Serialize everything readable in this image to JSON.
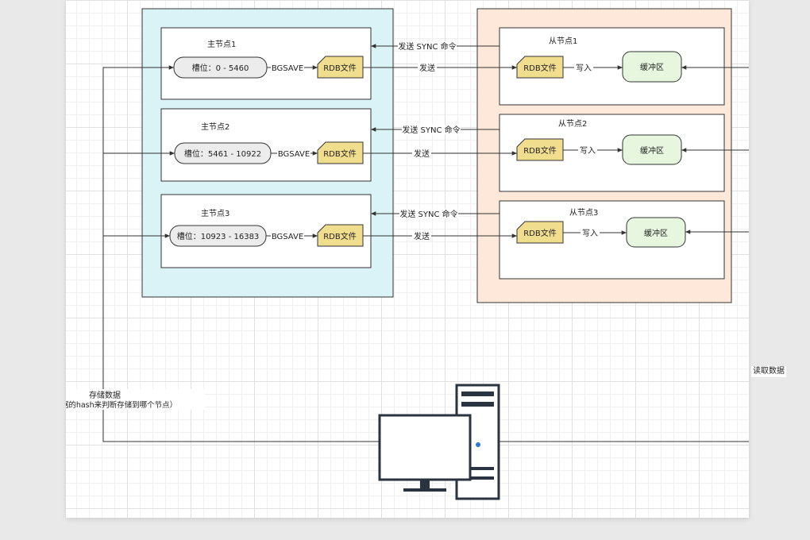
{
  "colors": {
    "master_group_fill": "#daf3f6",
    "slave_group_fill": "#fde8d9",
    "slot_fill": "#ececec",
    "rdb_fill": "#f1dd8e",
    "buffer_fill": "#e6f6df",
    "line": "#333333"
  },
  "masters": [
    {
      "title": "主节点1",
      "slot": "槽位：0 - 5460",
      "bgsave": "BGSAVE",
      "rdb": "RDB文件"
    },
    {
      "title": "主节点2",
      "slot": "槽位：5461 - 10922",
      "bgsave": "BGSAVE",
      "rdb": "RDB文件"
    },
    {
      "title": "主节点3",
      "slot": "槽位：10923 - 16383",
      "bgsave": "BGSAVE",
      "rdb": "RDB文件"
    }
  ],
  "slaves": [
    {
      "title": "从节点1",
      "rdb": "RDB文件",
      "write": "写入",
      "buffer": "缓冲区"
    },
    {
      "title": "从节点2",
      "rdb": "RDB文件",
      "write": "写入",
      "buffer": "缓冲区"
    },
    {
      "title": "从节点3",
      "rdb": "RDB文件",
      "write": "写入",
      "buffer": "缓冲区"
    }
  ],
  "links": {
    "sync": "发送 SYNC 命令",
    "send": "发送"
  },
  "client": {
    "store_label": "存储数据",
    "store_note": "（根据数据的hash来判断存储到哪个节点）",
    "read_label": "读取数据",
    "icon": "computer-icon"
  }
}
